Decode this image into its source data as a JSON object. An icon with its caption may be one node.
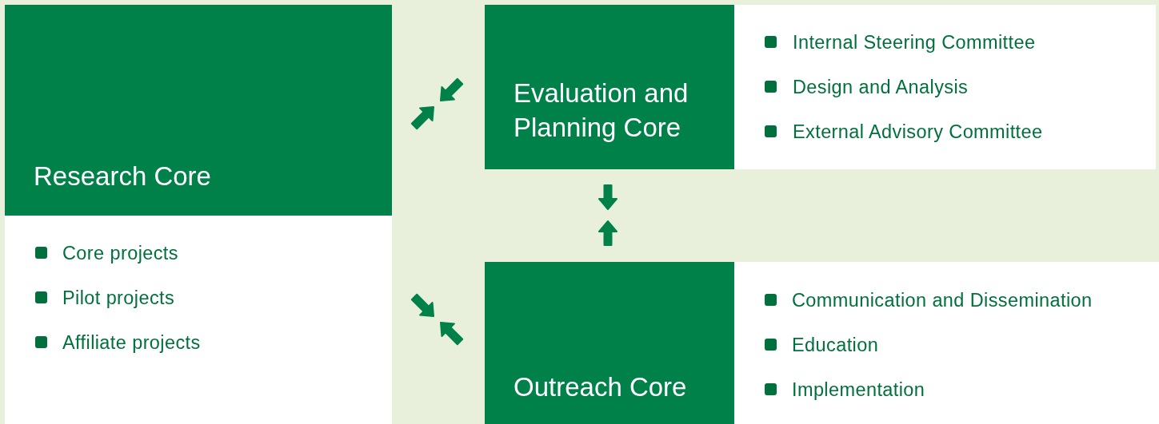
{
  "diagram": {
    "nodes": [
      {
        "text": [
          "Research Core",
          "Core projects",
          "Pilot projects",
          "Affiliate projects"
        ]
      },
      {
        "text": [
          "Evaluation and Planning Core",
          "Internal Steering Committee",
          "Design and Analysis",
          "External Advisory Committee"
        ]
      },
      {
        "text": [
          "Outreach Core",
          "Communication and Dissemination",
          "Education",
          "Implementation"
        ]
      }
    ]
  }
}
